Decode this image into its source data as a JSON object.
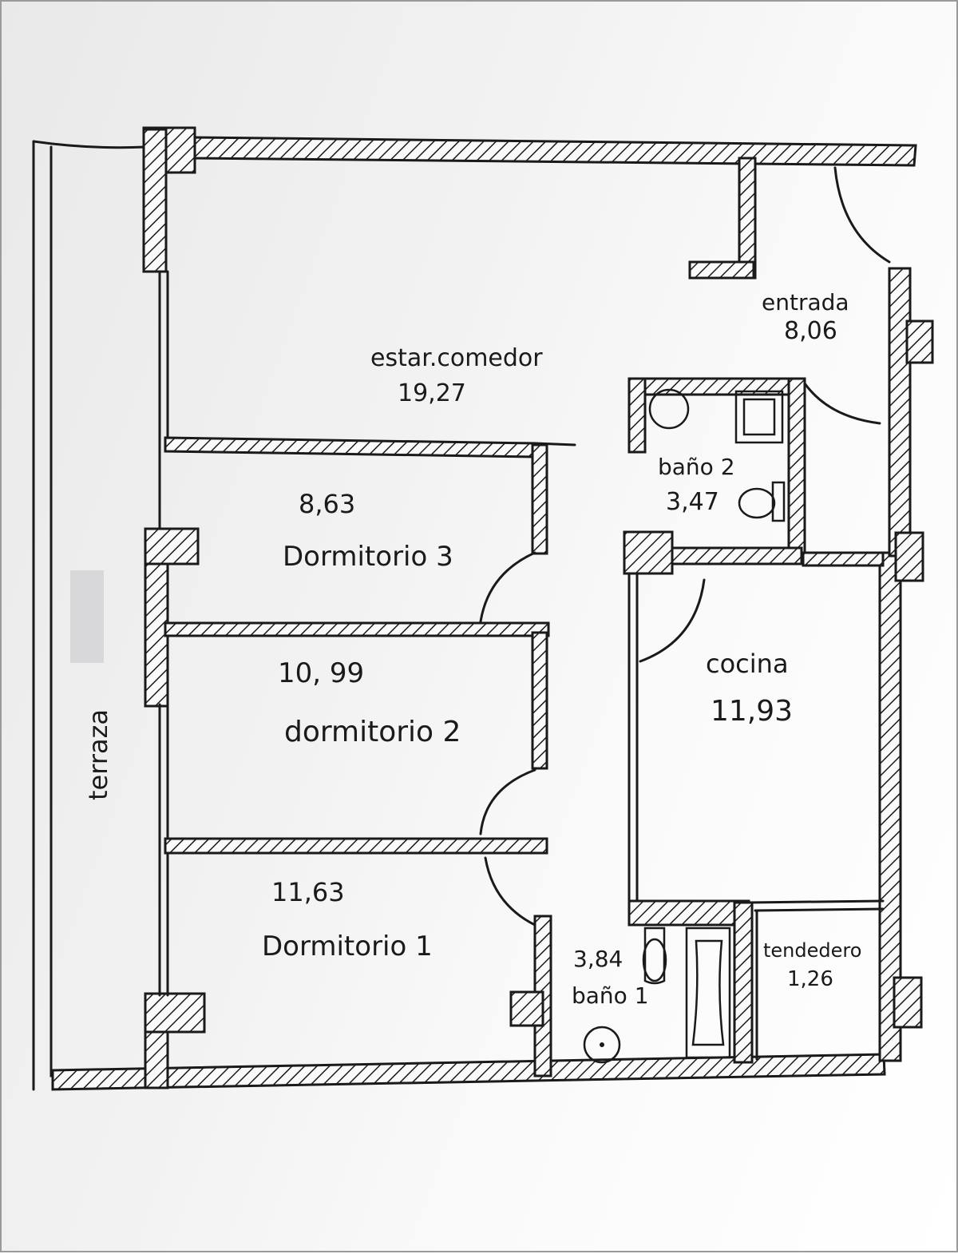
{
  "rooms": {
    "estar": {
      "name": "estar.comedor",
      "area": "19,27"
    },
    "entrada": {
      "name": "entrada",
      "area": "8,06"
    },
    "bano2": {
      "name": "baño 2",
      "area": "3,47"
    },
    "dormitorio3": {
      "name": "Dormitorio 3",
      "area": "8,63"
    },
    "dormitorio2": {
      "name": "dormitorio 2",
      "area": "10, 99"
    },
    "cocina": {
      "name": "cocina",
      "area": "11,93"
    },
    "dormitorio1": {
      "name": "Dormitorio 1",
      "area": "11,63"
    },
    "bano1": {
      "name": "baño 1",
      "area": "3,84"
    },
    "tendedero": {
      "name": "tendedero",
      "area": "1,26"
    },
    "terraza": {
      "name": "terraza"
    }
  },
  "colors": {
    "ink": "#1a1a1a",
    "paper_left": "#e9e9ea",
    "paper_right": "#ffffff"
  }
}
